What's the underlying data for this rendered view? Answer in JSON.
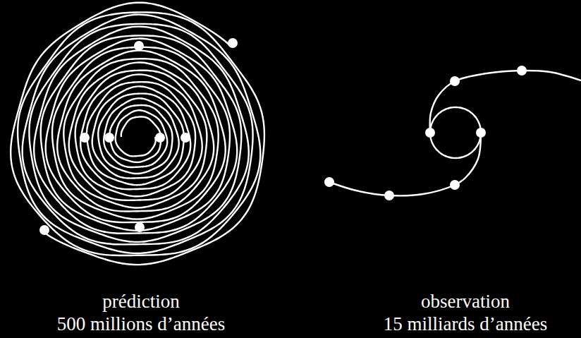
{
  "diagram": {
    "labels": [
      "prédiction",
      "500 millions d’années",
      "observation",
      "15 milliards d’années"
    ]
  }
}
